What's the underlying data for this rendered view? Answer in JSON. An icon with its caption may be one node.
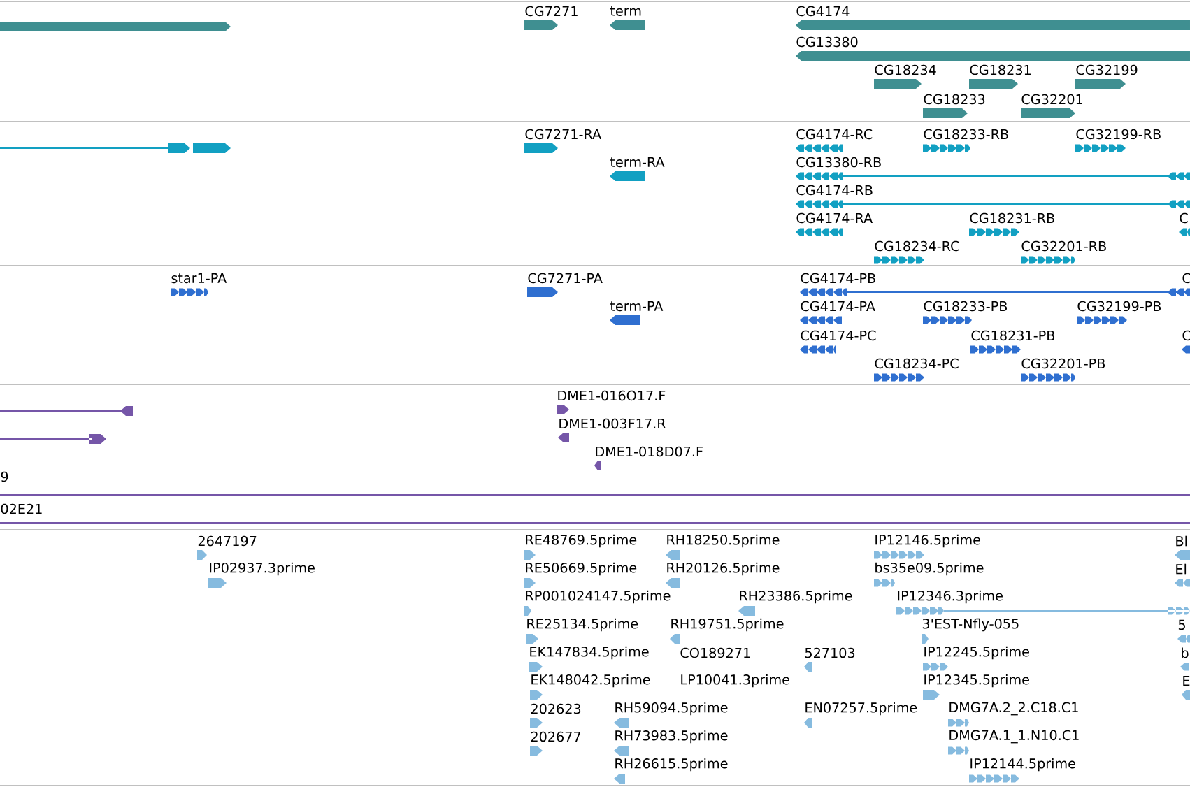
{
  "diagram": {
    "labels": [
      "CG7271",
      "term",
      "CG4174",
      "CG13380",
      "CG18234",
      "CG18231",
      "CG32199",
      "CG18233",
      "CG32201",
      "CG7271-RA",
      "CG4174-RC",
      "CG18233-RB",
      "CG32199-RB",
      "term-RA",
      "CG13380-RB",
      "CG4174-RB",
      "CG4174-RA",
      "CG18231-RB",
      "C",
      "CG18234-RC",
      "CG32201-RB",
      "star1-PA",
      "CG7271-PA",
      "CG4174-PB",
      "C",
      "term-PA",
      "CG4174-PA",
      "CG18233-PB",
      "CG32199-PB",
      "CG4174-PC",
      "CG18231-PB",
      "C",
      "CG18234-PC",
      "CG32201-PB",
      "DME1-016O17.F",
      "DME1-003F17.R",
      "9",
      "DME1-018D07.F",
      "02E21",
      "2647197",
      "RE48769.5prime",
      "RH18250.5prime",
      "IP12146.5prime",
      "Bl",
      "IP02937.3prime",
      "RE50669.5prime",
      "RH20126.5prime",
      "bs35e09.5prime",
      "El",
      "RP001024147.5prime",
      "RH23386.5prime",
      "IP12346.3prime",
      "RE25134.5prime",
      "RH19751.5prime",
      "3'EST-Nfly-055",
      "5",
      "EK147834.5prime",
      "CO189271",
      "527103",
      "IP12245.5prime",
      "b",
      "EK148042.5prime",
      "LP10041.3prime",
      "IP12345.5prime",
      "E",
      "202623",
      "RH59094.5prime",
      "EN07257.5prime",
      "DMG7A.2_2.C18.C1",
      "202677",
      "RH73983.5prime",
      "DMG7A.1_1.N10.C1",
      "RH26615.5prime",
      "IP12144.5prime"
    ]
  }
}
